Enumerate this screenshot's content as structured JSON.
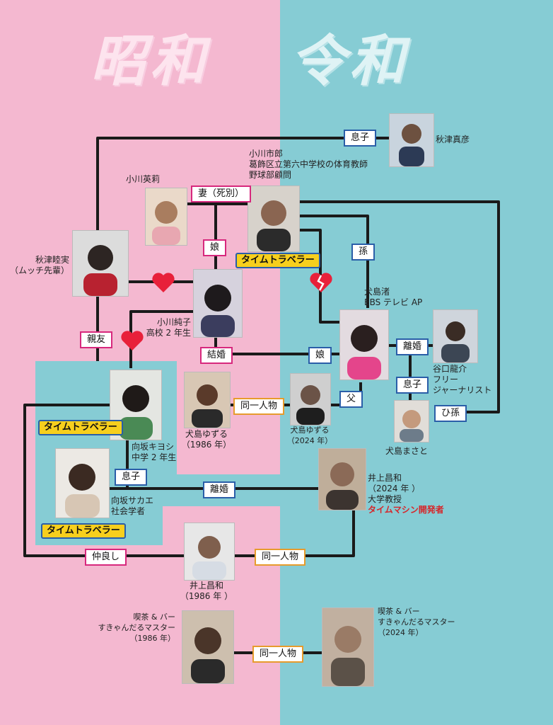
{
  "colors": {
    "showa_bg": "#f4b8d0",
    "reiwa_bg": "#86ccd4",
    "line": "#1a1a1a",
    "time_traveler": "#f7cf1d",
    "heart": "#e8203a"
  },
  "titles": {
    "showa": "昭和",
    "reiwa": "令和"
  },
  "people": {
    "akitsu_masahiko": {
      "name": "秋津真彦"
    },
    "ogawa_ichiro": {
      "line1": "小川市郎",
      "line2": "葛飾区立第六中学校の体育教師",
      "line3": "野球部顧問"
    },
    "ogawa_eri": {
      "name": "小川英莉"
    },
    "akitsu_mutsumi": {
      "line1": "秋津睦実",
      "line2": "（ムッチ先輩）"
    },
    "ogawa_junko": {
      "line1": "小川純子",
      "line2": "高校 2 年生"
    },
    "inujima_nagisa": {
      "line1": "犬島渚",
      "line2": "EBS テレビ AP"
    },
    "taniguchi": {
      "line1": "谷口龍介",
      "line2": "フリー",
      "line3": "ジャーナリスト"
    },
    "mukaisaka_kiyoshi": {
      "line1": "向坂キヨシ",
      "line2": "中学 2 年生"
    },
    "inujima_yuzuru_1986": {
      "line1": "犬島ゆずる",
      "line2": "（1986 年）"
    },
    "inujima_yuzuru_2024": {
      "line1": "犬島ゆずる",
      "line2": "（2024 年）"
    },
    "inujima_masato": {
      "name": "犬島まさと"
    },
    "mukaisaka_sakae": {
      "line1": "向坂サカエ",
      "line2": "社会学者"
    },
    "inoue_2024": {
      "line1": "井上昌和",
      "line2": "（2024 年 ）",
      "line3": "大学教授",
      "line4": "タイムマシン開発者"
    },
    "inoue_1986": {
      "line1": "井上昌和",
      "line2": "（1986 年 ）"
    },
    "master_1986": {
      "line1": "喫茶 & バー",
      "line2": "すきゃんだるマスター",
      "line3": "（1986 年）"
    },
    "master_2024": {
      "line1": "喫茶 & バー",
      "line2": "すきゃんだるマスター",
      "line3": "（2024 年）"
    }
  },
  "relations": {
    "son_akitsu": "息子",
    "wife": "妻（死別）",
    "daughter_junko": "娘",
    "grandchild": "孫",
    "best_friend": "親友",
    "marriage": "結婚",
    "daughter_nagisa": "娘",
    "divorce_nagisa": "離婚",
    "son_masato": "息子",
    "same_person_yuzuru": "同一人物",
    "father": "父",
    "great_grandchild": "ひ孫",
    "son_kiyoshi": "息子",
    "divorce_sakae": "離婚",
    "close_friends": "仲良し",
    "same_person_inoue": "同一人物",
    "same_person_master": "同一人物"
  },
  "badges": {
    "time_traveler": "タイムトラベラー"
  }
}
